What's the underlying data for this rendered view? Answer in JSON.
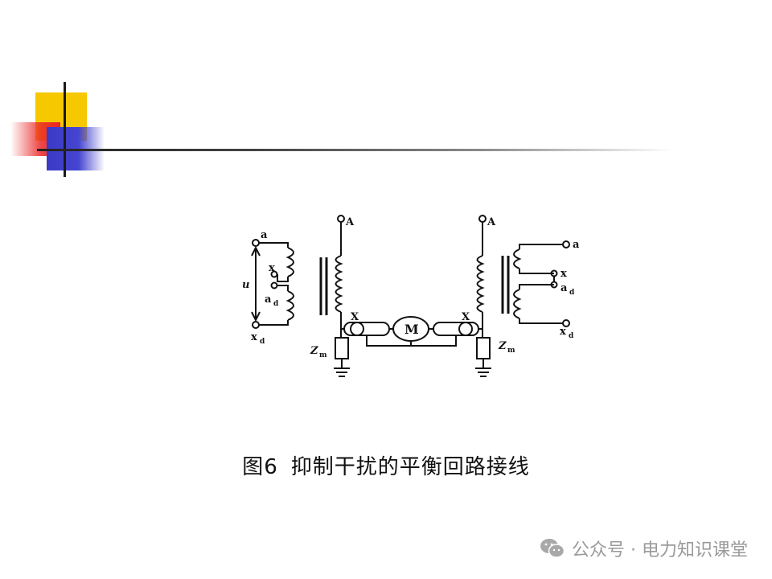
{
  "diagram": {
    "labels": {
      "A_left": "A",
      "A_right": "A",
      "a_left": "a",
      "x_left": "x",
      "ad_left": "a",
      "ad_sub_left": "d",
      "xd_left": "x",
      "xd_sub_left": "d",
      "u": "u",
      "X_left": "X",
      "X_right": "X",
      "M": "M",
      "Zm_left": "Z",
      "Zm_sub_left": "m",
      "Zm_right": "Z",
      "Zm_sub_right": "m",
      "a_right": "a",
      "x_right": "x",
      "ad_right": "a",
      "ad_sub_right": "d",
      "xd_right": "x",
      "xd_sub_right": "d"
    }
  },
  "caption": {
    "number": "图6",
    "text": "抑制干扰的平衡回路接线"
  },
  "watermark": {
    "icon": "wechat-icon",
    "text": "公众号 · 电力知识课堂"
  }
}
